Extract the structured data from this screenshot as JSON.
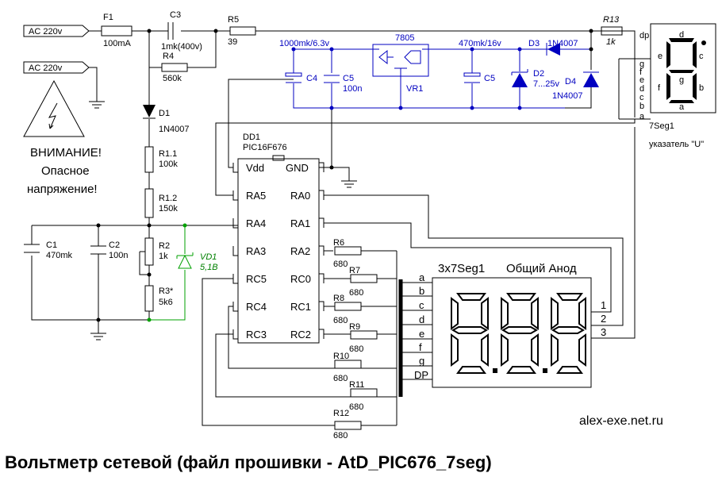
{
  "inputs": {
    "ac1": "AC 220v",
    "ac2": "AC 220v"
  },
  "warning": {
    "line1": "ВНИМАНИЕ!",
    "line2": "Опасное",
    "line3": "напряжение!"
  },
  "parts": {
    "f1": "F1",
    "f1_val": "100mA",
    "c3": "C3",
    "c3_val": "1mk(400v)",
    "r4": "R4",
    "r4_val": "560k",
    "r5": "R5",
    "r5_val": "39",
    "d1": "D1",
    "d1_val": "1N4007",
    "r11": "R1.1",
    "r11_val": "100k",
    "r12": "R1.2",
    "r12_val": "150k",
    "c1": "C1",
    "c1_val": "470mk",
    "c2": "C2",
    "c2_val": "100n",
    "r2": "R2",
    "r2_val": "1k",
    "r3": "R3*",
    "r3_val": "5k6",
    "vd1": "VD1",
    "vd1_val": "5,1B",
    "c4": "C4",
    "c5a": "C5",
    "c5a_val": "100n",
    "c4_val": "1000mk/6.3v",
    "vr1": "VR1",
    "vr1_type": "7805",
    "c5b": "C5",
    "c5b_val": "470mk/16v",
    "d2": "D2",
    "d2_val": "7...25v",
    "d3": "D3",
    "d3_val": "1N4007",
    "d4": "D4",
    "d4_val": "1N4007",
    "r13": "R13",
    "r13_val": "1k",
    "r6": "R6",
    "r7": "R7",
    "r8": "R8",
    "r9": "R9",
    "r10": "R10",
    "r11b": "R11",
    "r12b": "R12",
    "res_val": "680"
  },
  "mcu": {
    "ref": "DD1",
    "type": "PIC16F676",
    "left_pins": [
      "Vdd",
      "RA5",
      "RA4",
      "RA3",
      "RC5",
      "RC4",
      "RC3"
    ],
    "right_pins": [
      "GND",
      "RA0",
      "RA1",
      "RA2",
      "RC0",
      "RC1",
      "RC2"
    ]
  },
  "seg7_small": {
    "ref": "7Seg1",
    "caption": "указатель \"U\"",
    "pins": [
      "dp",
      "g",
      "f",
      "e",
      "d",
      "c",
      "b",
      "a"
    ],
    "seg_labels": {
      "a": "a",
      "b": "b",
      "c": "c",
      "d": "d",
      "e": "e",
      "f": "f",
      "g": "g"
    }
  },
  "display": {
    "ref": "3x7Seg1",
    "type": "Общий Анод",
    "bus": [
      "a",
      "b",
      "c",
      "d",
      "e",
      "f",
      "g",
      "DP"
    ],
    "commons": [
      "1",
      "2",
      "3"
    ]
  },
  "footer": {
    "site": "alex-exe.net.ru",
    "title": "Вольтметр сетевой (файл прошивки - AtD_PIC676_7seg)"
  }
}
